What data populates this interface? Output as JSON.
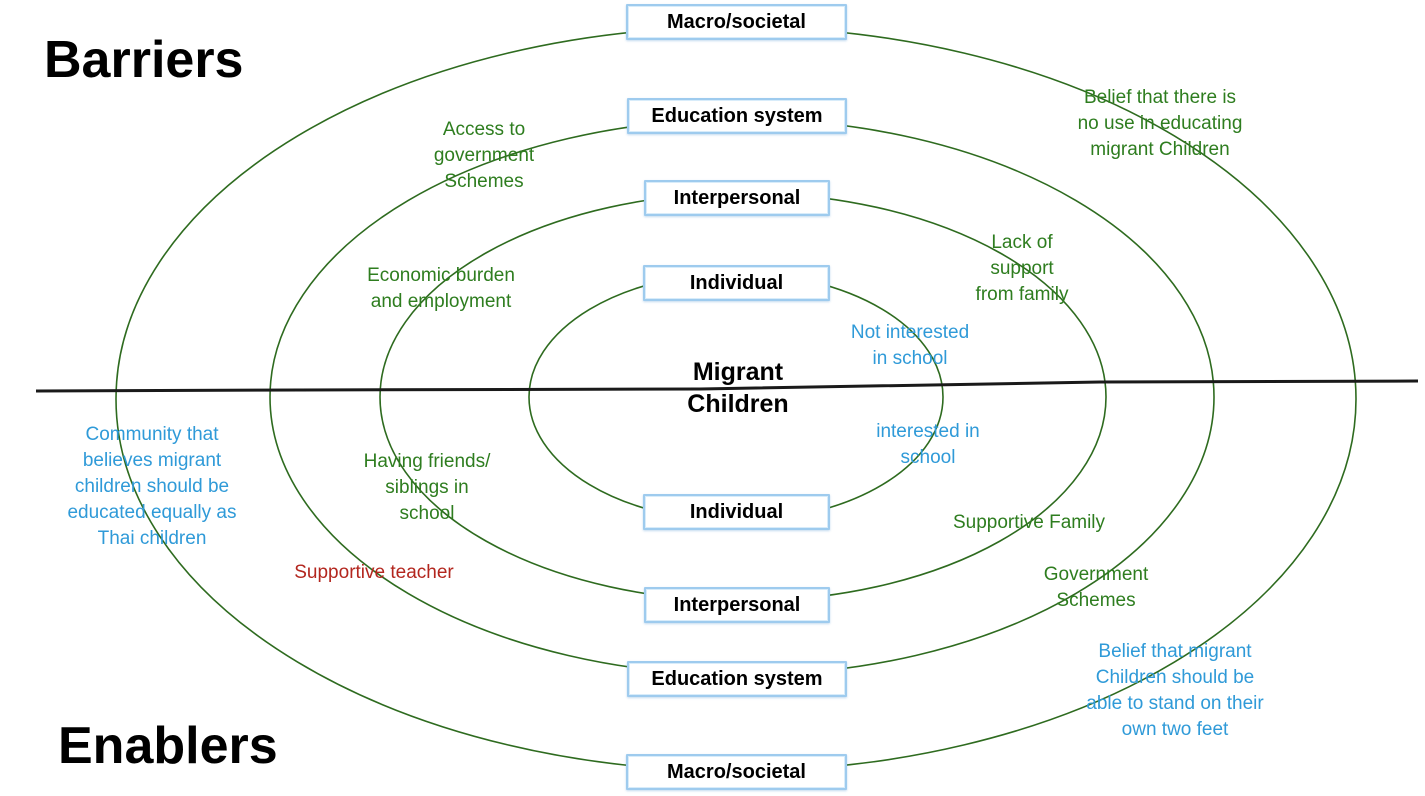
{
  "headings": {
    "barriers": "Barriers",
    "enablers": "Enablers"
  },
  "center": {
    "line1": "Migrant",
    "line2": "Children"
  },
  "levels": {
    "top_macro": "Macro/societal",
    "top_education": "Education system",
    "top_interpersonal": "Interpersonal",
    "top_individual": "Individual",
    "bottom_individual": "Individual",
    "bottom_interpersonal": "Interpersonal",
    "bottom_education": "Education system",
    "bottom_macro": "Macro/societal"
  },
  "barriers": {
    "access_schemes": [
      "Access to",
      "government",
      "Schemes"
    ],
    "no_use": [
      "Belief that there is",
      "no use in educating",
      "migrant Children"
    ],
    "economic": [
      "Economic burden",
      "and employment"
    ],
    "lack_support": [
      "Lack of",
      "support",
      "from family"
    ],
    "not_interested": [
      "Not interested",
      "in school"
    ]
  },
  "enablers": {
    "interested": [
      "interested in",
      "school"
    ],
    "friends": [
      "Having friends/",
      "siblings in",
      "school"
    ],
    "community": [
      "Community that",
      "believes migrant",
      "children should be",
      "educated equally as",
      "Thai children"
    ],
    "supportive_teacher": "Supportive  teacher",
    "supportive_family": "Supportive Family",
    "gov_schemes": [
      "Government",
      "Schemes"
    ],
    "stand_feet": [
      "Belief that migrant",
      "Children should be",
      "able to stand on their",
      "own two feet"
    ]
  },
  "colors": {
    "ring": "#2e6b1f",
    "divider": "#1a1a1a",
    "green_text": "#2e7d1f",
    "blue_text": "#2f9ad8",
    "red_text": "#b3261e",
    "box_border": "#9ecbee"
  }
}
